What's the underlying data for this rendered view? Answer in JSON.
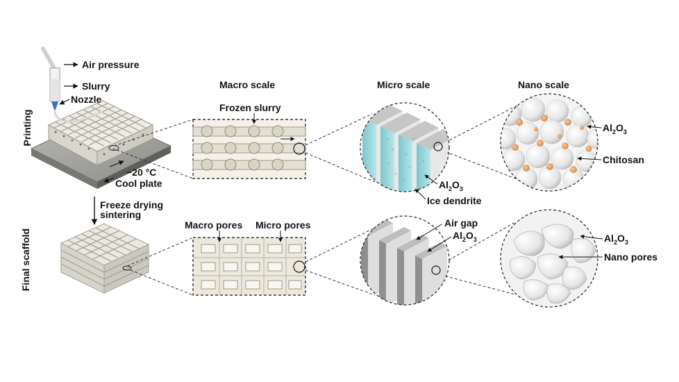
{
  "rows": {
    "printing": "Printing",
    "final": "Final scaffold"
  },
  "printing_panel": {
    "air_pressure": "Air pressure",
    "slurry": "Slurry",
    "nozzle": "Nozzle",
    "temperature": "−20 °C",
    "cool_plate": "Cool plate"
  },
  "process": {
    "line1": "Freeze drying",
    "line2": "sintering"
  },
  "headers": {
    "macro": "Macro scale",
    "micro": "Micro scale",
    "nano": "Nano scale"
  },
  "labels": {
    "frozen_slurry": "Frozen slurry",
    "macro_pores": "Macro pores",
    "micro_pores": "Micro pores",
    "ice_dendrite": "Ice dendrite",
    "air_gap": "Air gap",
    "al2o3_base": "Al",
    "al2o3_sub": "2",
    "al2o3_tail": "O",
    "al2o3_sub2": "3",
    "chitosan": "Chitosan",
    "nano_pores": "Nano pores"
  },
  "colors": {
    "ice": "#8fd3d8",
    "chitosan": "#e8a56a",
    "scaffold": "#e9e6dc",
    "plate": "#8e8e8a"
  }
}
